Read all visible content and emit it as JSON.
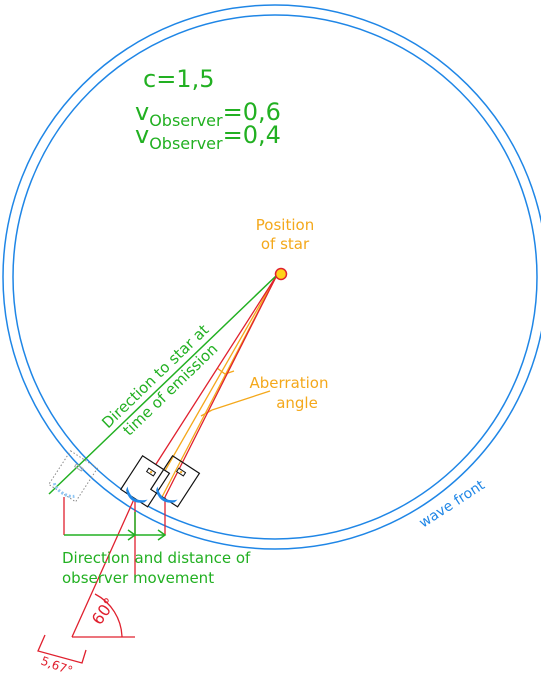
{
  "params": {
    "c": "c=1,5",
    "v1_prefix": "v",
    "v1_sub": "Observer",
    "v1_value": "=0,6",
    "v2_prefix": "v",
    "v2_sub": "Observer",
    "v2_value": "=0,4"
  },
  "labels": {
    "star_line1": "Position",
    "star_line2": "of star",
    "direction_line1": "Direction to star at",
    "direction_line2": "time of emission",
    "aberration_line1": "Aberration",
    "aberration_line2": "angle",
    "wave_front": "wave front",
    "movement_line1": "Direction and distance of",
    "movement_line2": "observer movement",
    "angle_60": "60°",
    "angle_567": "5,67°"
  },
  "colors": {
    "green": "#22b022",
    "orange": "#f4a81b",
    "blue": "#1f86e6",
    "red": "#e0202e",
    "black": "#111111"
  }
}
